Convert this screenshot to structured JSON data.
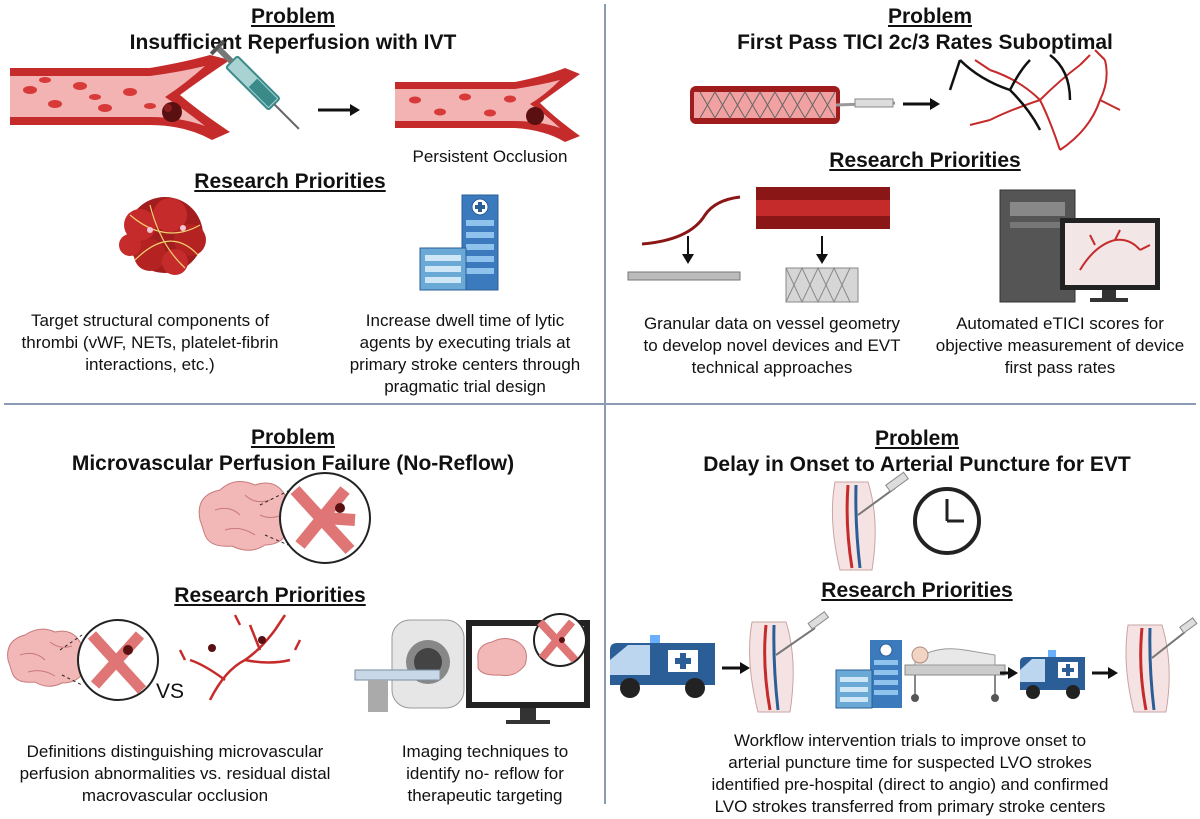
{
  "colors": {
    "divider": "#8a9bb3",
    "vessel": "#c62b2b",
    "vessel_inner": "#f3b3b3",
    "blood_cell": "#d83a3a",
    "ambulance": "#2b5e96",
    "syringe": "#3a8a8a"
  },
  "q1": {
    "problem_label": "Problem",
    "problem_title": "Insufficient Reperfusion with IVT",
    "outcome_label": "Persistent Occlusion",
    "priorities_label": "Research Priorities",
    "priority_1": [
      "Target structural components of",
      "thrombi (vWF, NETs, platelet-fibrin",
      "interactions, etc.)"
    ],
    "priority_2": [
      "Increase dwell time of lytic",
      "agents by executing trials at",
      "primary stroke centers through",
      "pragmatic trial design"
    ]
  },
  "q2": {
    "problem_label": "Problem",
    "problem_title": "First Pass TICI 2c/3 Rates Suboptimal",
    "priorities_label": "Research Priorities",
    "priority_1": [
      "Granular data on vessel geometry",
      "to develop novel devices and EVT",
      "technical approaches"
    ],
    "priority_2": [
      "Automated eTICI scores for",
      "objective measurement of device",
      "first pass rates"
    ]
  },
  "q3": {
    "problem_label": "Problem",
    "problem_title": "Microvascular Perfusion Failure (No-Reflow)",
    "priorities_label": "Research Priorities",
    "vs_label": "VS",
    "priority_1": [
      "Definitions distinguishing microvascular",
      "perfusion abnormalities vs. residual distal",
      "macrovascular occlusion"
    ],
    "priority_2": [
      "Imaging techniques to",
      "identify no- reflow for",
      "therapeutic targeting"
    ]
  },
  "q4": {
    "problem_label": "Problem",
    "problem_title": "Delay in Onset to Arterial Puncture for EVT",
    "priorities_label": "Research Priorities",
    "priority_1": [
      "Workflow intervention trials to improve onset to",
      "arterial puncture time for suspected LVO strokes",
      "identified pre-hospital (direct to angio) and confirmed",
      "LVO strokes transferred from primary stroke centers"
    ]
  }
}
